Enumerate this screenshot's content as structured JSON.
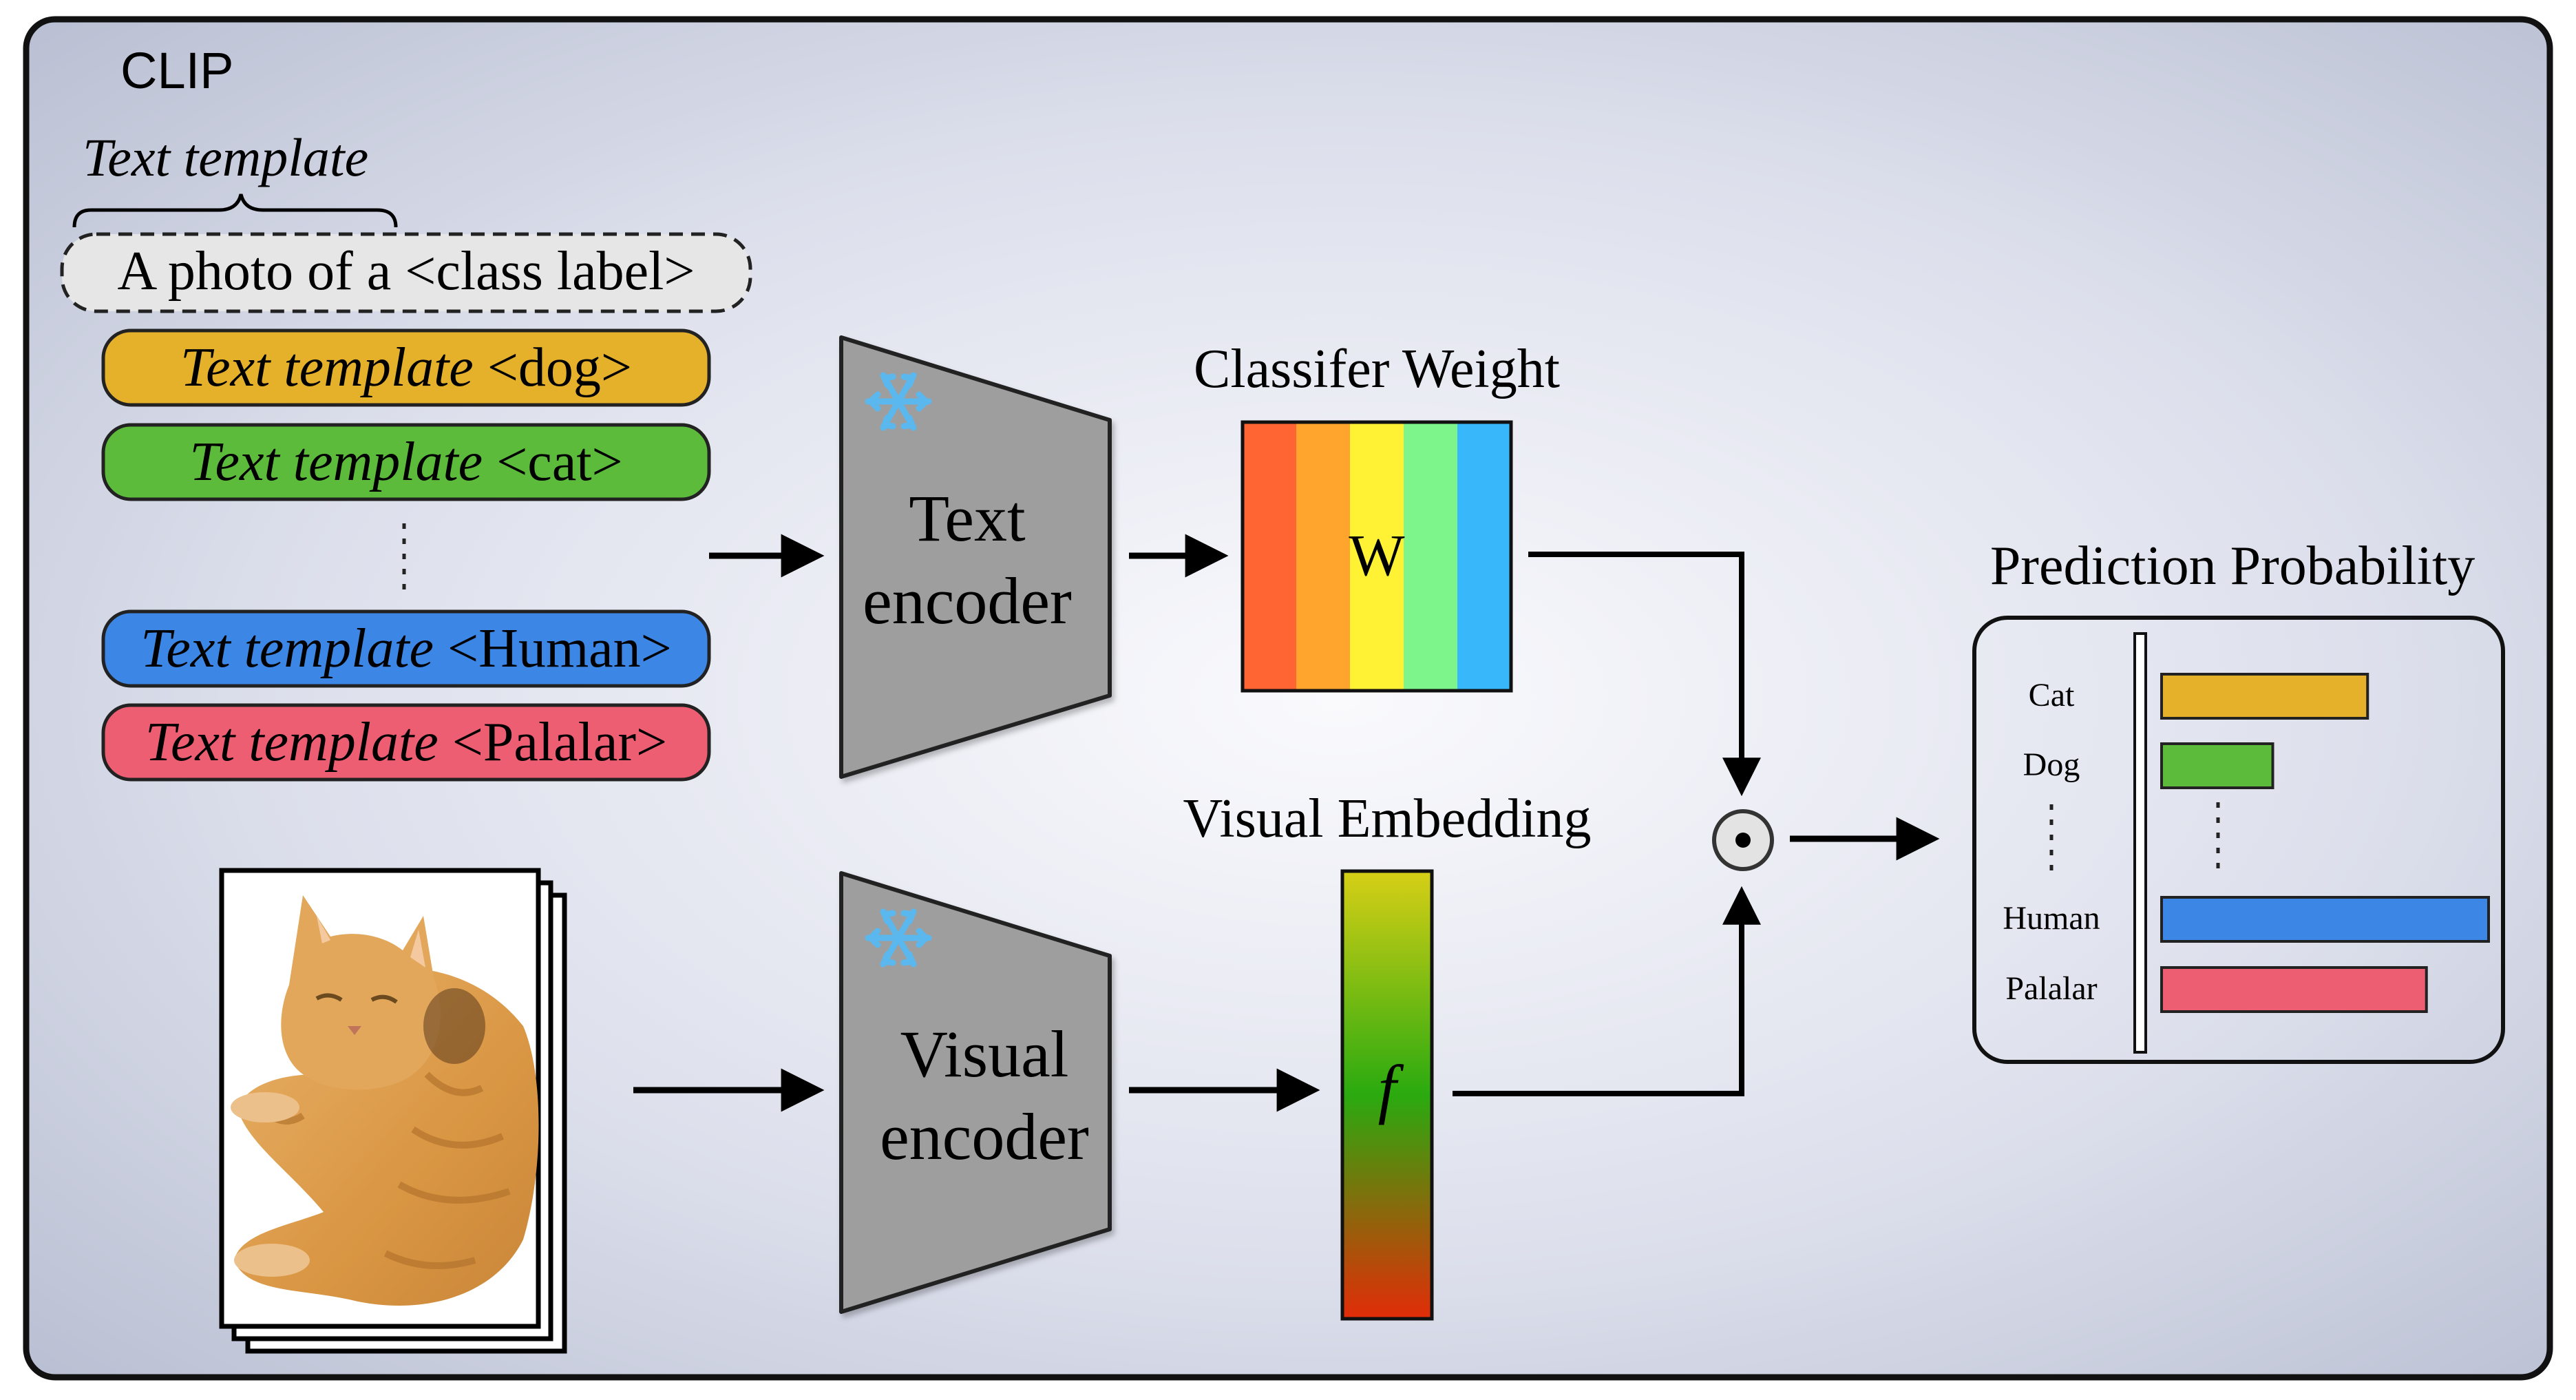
{
  "frame": {
    "title": "CLIP"
  },
  "text_side": {
    "template_caption": "Text template",
    "template_example": "A photo of a <class label>",
    "prompts": [
      {
        "prefix": "Text template",
        "label": "<dog>",
        "color": "#E5B02A"
      },
      {
        "prefix": "Text template",
        "label": "<cat>",
        "color": "#5DBB3C"
      },
      {
        "prefix": "Text template",
        "label": "<Human>",
        "color": "#3C86E6"
      },
      {
        "prefix": "Text template",
        "label": "<Palalar>",
        "color": "#EE5E72"
      }
    ],
    "ellipsis": "⋮"
  },
  "encoders": {
    "text": {
      "line1": "Text",
      "line2": "encoder",
      "frozen_icon": "snowflake-icon"
    },
    "visual": {
      "line1": "Visual",
      "line2": "encoder",
      "frozen_icon": "snowflake-icon"
    }
  },
  "classifier": {
    "title": "Classifer Weight",
    "symbol": "W",
    "stripe_colors": [
      "#FF6433",
      "#FFA52E",
      "#FFF234",
      "#7DF58A",
      "#38B8FA"
    ]
  },
  "visual_embedding": {
    "title": "Visual Embedding",
    "symbol": "f",
    "gradient_colors": [
      "#D7CF16",
      "#2AAA0F",
      "#E22C08"
    ]
  },
  "operator": {
    "symbol": "⊙",
    "name": "dot-product"
  },
  "input_image": {
    "description_icon": "cat-photo-stack"
  },
  "prediction": {
    "title": "Prediction Probability",
    "classes": [
      {
        "label": "Cat",
        "value": 0.63,
        "color": "#E5B02A"
      },
      {
        "label": "Dog",
        "value": 0.34,
        "color": "#5DBB3C"
      },
      {
        "label": "Human",
        "value": 1.0,
        "color": "#3C86E6"
      },
      {
        "label": "Palalar",
        "value": 0.81,
        "color": "#EE5E72"
      }
    ],
    "ellipsis": "⋮"
  }
}
